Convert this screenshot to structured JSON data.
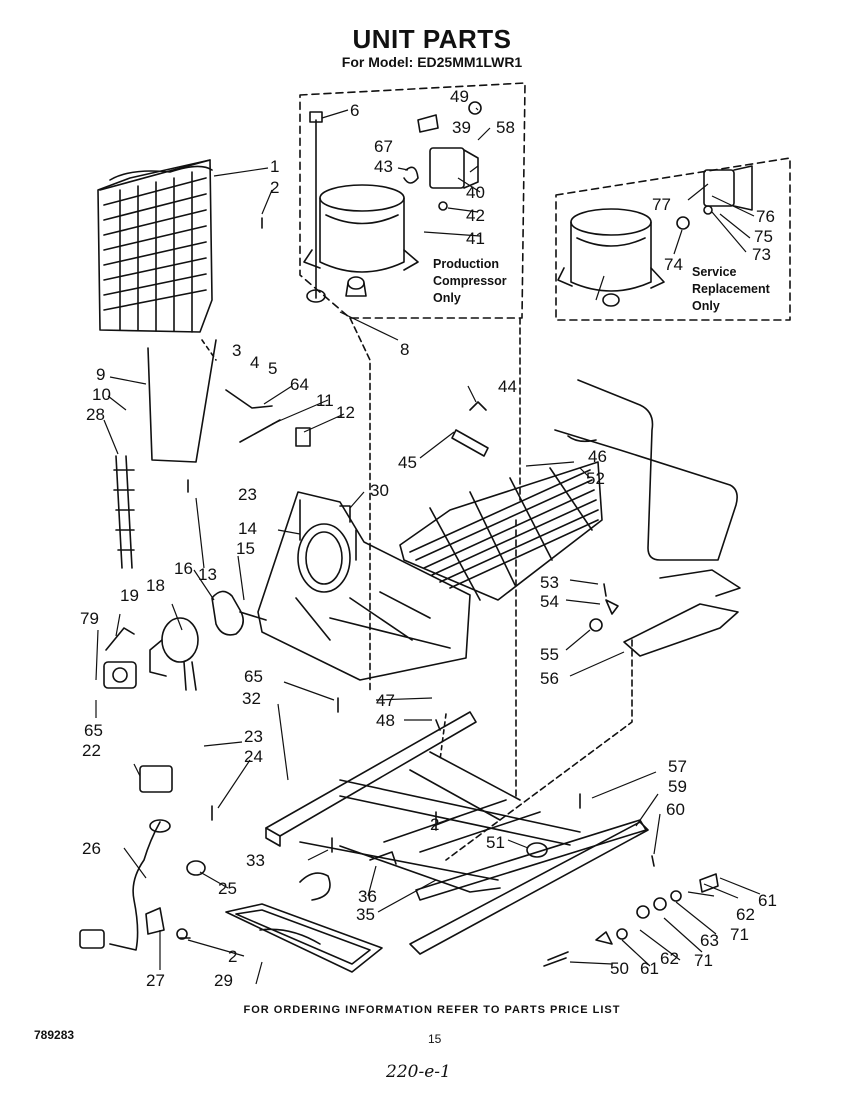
{
  "title": "UNIT PARTS",
  "subtitle": "For Model: ED25MM1LWR1",
  "boxes": {
    "production": [
      "Production",
      "Compressor",
      "Only"
    ],
    "service": [
      "Service",
      "Replacement",
      "Only"
    ]
  },
  "callouts": [
    "1",
    "2",
    "3",
    "4",
    "5",
    "6",
    "8",
    "9",
    "10",
    "11",
    "12",
    "13",
    "14",
    "15",
    "16",
    "18",
    "19",
    "22",
    "23",
    "24",
    "25",
    "26",
    "27",
    "28",
    "29",
    "30",
    "32",
    "33",
    "35",
    "36",
    "39",
    "40",
    "41",
    "42",
    "43",
    "44",
    "45",
    "46",
    "47",
    "48",
    "49",
    "50",
    "51",
    "52",
    "53",
    "54",
    "55",
    "56",
    "57",
    "58",
    "59",
    "60",
    "61",
    "62",
    "63",
    "64",
    "65",
    "67",
    "71",
    "73",
    "74",
    "75",
    "76",
    "77",
    "79"
  ],
  "footer": "FOR ORDERING INFORMATION REFER TO PARTS PRICE LIST",
  "doc_number": "789283",
  "page_number": "15",
  "handwritten_note": "220-e-1"
}
